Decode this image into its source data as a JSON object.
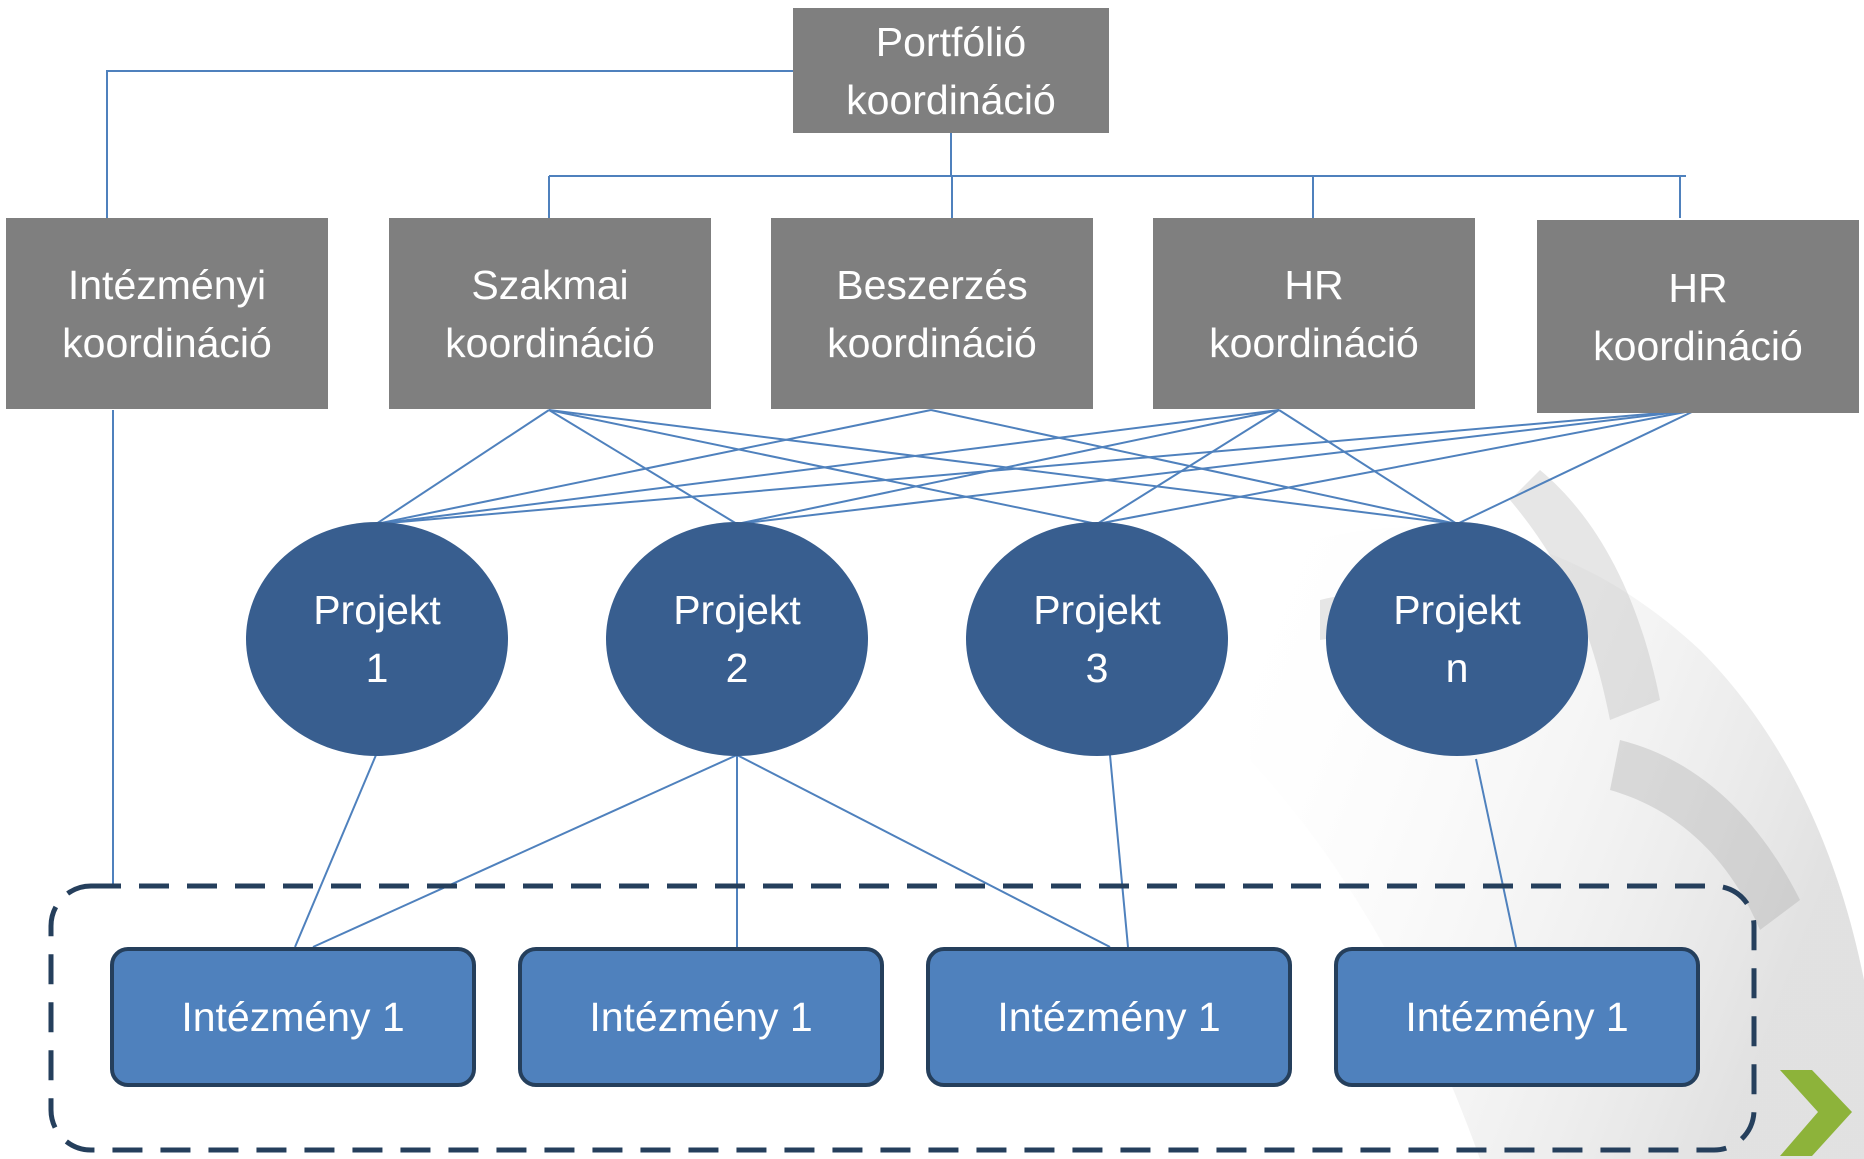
{
  "top_node": {
    "label": "Portfólió\nkoordináció"
  },
  "coordination_nodes": [
    {
      "label": "Intézményi\nkoordináció"
    },
    {
      "label": "Szakmai\nkoordináció"
    },
    {
      "label": "Beszerzés\nkoordináció"
    },
    {
      "label": "HR\nkoordináció"
    },
    {
      "label": "HR\nkoordináció"
    }
  ],
  "project_nodes": [
    {
      "label": "Projekt\n1"
    },
    {
      "label": "Projekt\n2"
    },
    {
      "label": "Projekt\n3"
    },
    {
      "label": "Projekt\nn"
    }
  ],
  "institution_nodes": [
    {
      "label": "Intézmény 1"
    },
    {
      "label": "Intézmény 1"
    },
    {
      "label": "Intézmény 1"
    },
    {
      "label": "Intézmény 1"
    }
  ],
  "colors": {
    "coordination_box": "#7f7f7f",
    "project_oval": "#385e8f",
    "institution_box": "#4f81bd",
    "institution_border": "#253f5c",
    "connector": "#4f81bd",
    "dashed_group_border": "#253f5c",
    "next_arrow": "#8db33a"
  },
  "icons": {
    "next": "chevron-right-icon"
  }
}
